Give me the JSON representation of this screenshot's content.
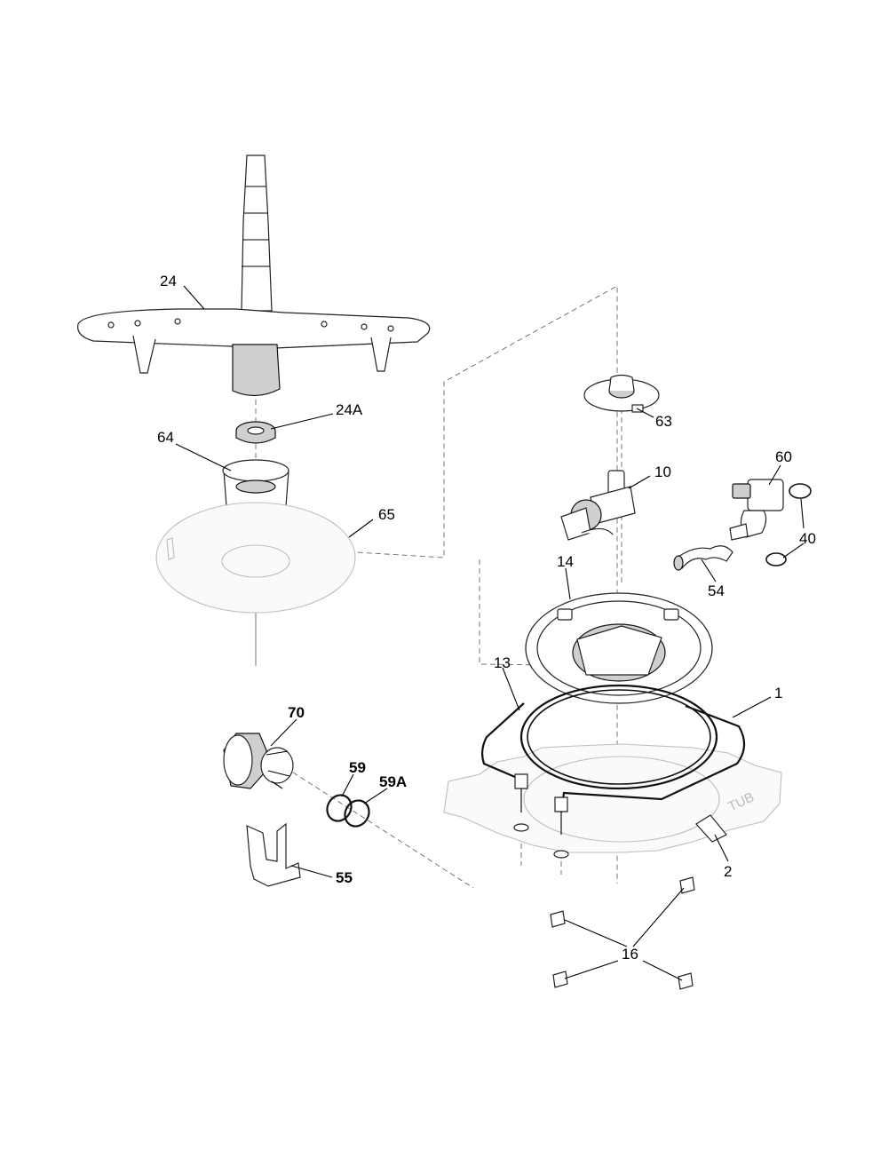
{
  "callouts": {
    "c1": "1",
    "c2": "2",
    "c10": "10",
    "c13": "13",
    "c14": "14",
    "c16": "16",
    "c24": "24",
    "c24a": "24A",
    "c40": "40",
    "c54": "54",
    "c55": "55",
    "c59": "59",
    "c59a": "59A",
    "c60": "60",
    "c63": "63",
    "c64": "64",
    "c65": "65",
    "c70": "70"
  },
  "tub_label": "TUB",
  "colors": {
    "line": "#000000",
    "part_fill": "#f6f6f6",
    "ghost_outline": "#bdbdbd"
  }
}
